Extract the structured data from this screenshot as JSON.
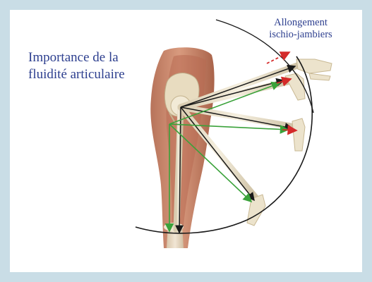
{
  "title": {
    "line1": "Importance de la",
    "line2": "fluidité articulaire"
  },
  "annotation": {
    "line1": "Allongement",
    "line2": "ischio-jambiers"
  },
  "colors": {
    "background": "#c9dde6",
    "panel": "#ffffff",
    "title_text": "#2d3f8f",
    "skin": "#c98a6e",
    "muscle": "#b86a52",
    "bone": "#ece3cc",
    "line_black": "#1a1a1a",
    "line_green": "#3aa23a",
    "line_red": "#d42a2a"
  },
  "icons": [
    "hip-joint-illustration",
    "leg-illustration",
    "foot-icon"
  ]
}
